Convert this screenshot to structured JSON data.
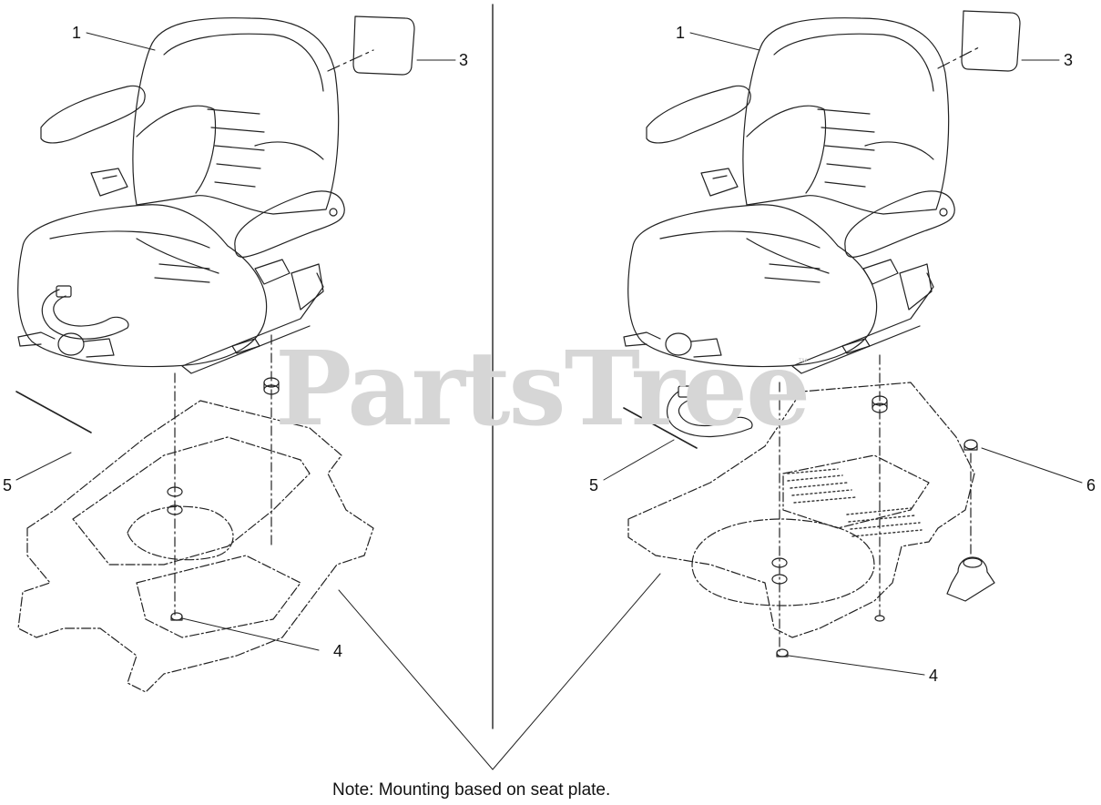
{
  "watermark": {
    "text": "PartsTree",
    "trademark": "™"
  },
  "note": "Note: Mounting based on seat plate.",
  "left_view": {
    "callouts": {
      "c1": "1",
      "c3": "3",
      "c4": "4",
      "c5": "5"
    }
  },
  "right_view": {
    "callouts": {
      "c1": "1",
      "c3": "3",
      "c4": "4",
      "c5": "5",
      "c6": "6"
    }
  },
  "colors": {
    "line": "#222222",
    "watermark": "#d6d6d6",
    "background": "#ffffff"
  }
}
